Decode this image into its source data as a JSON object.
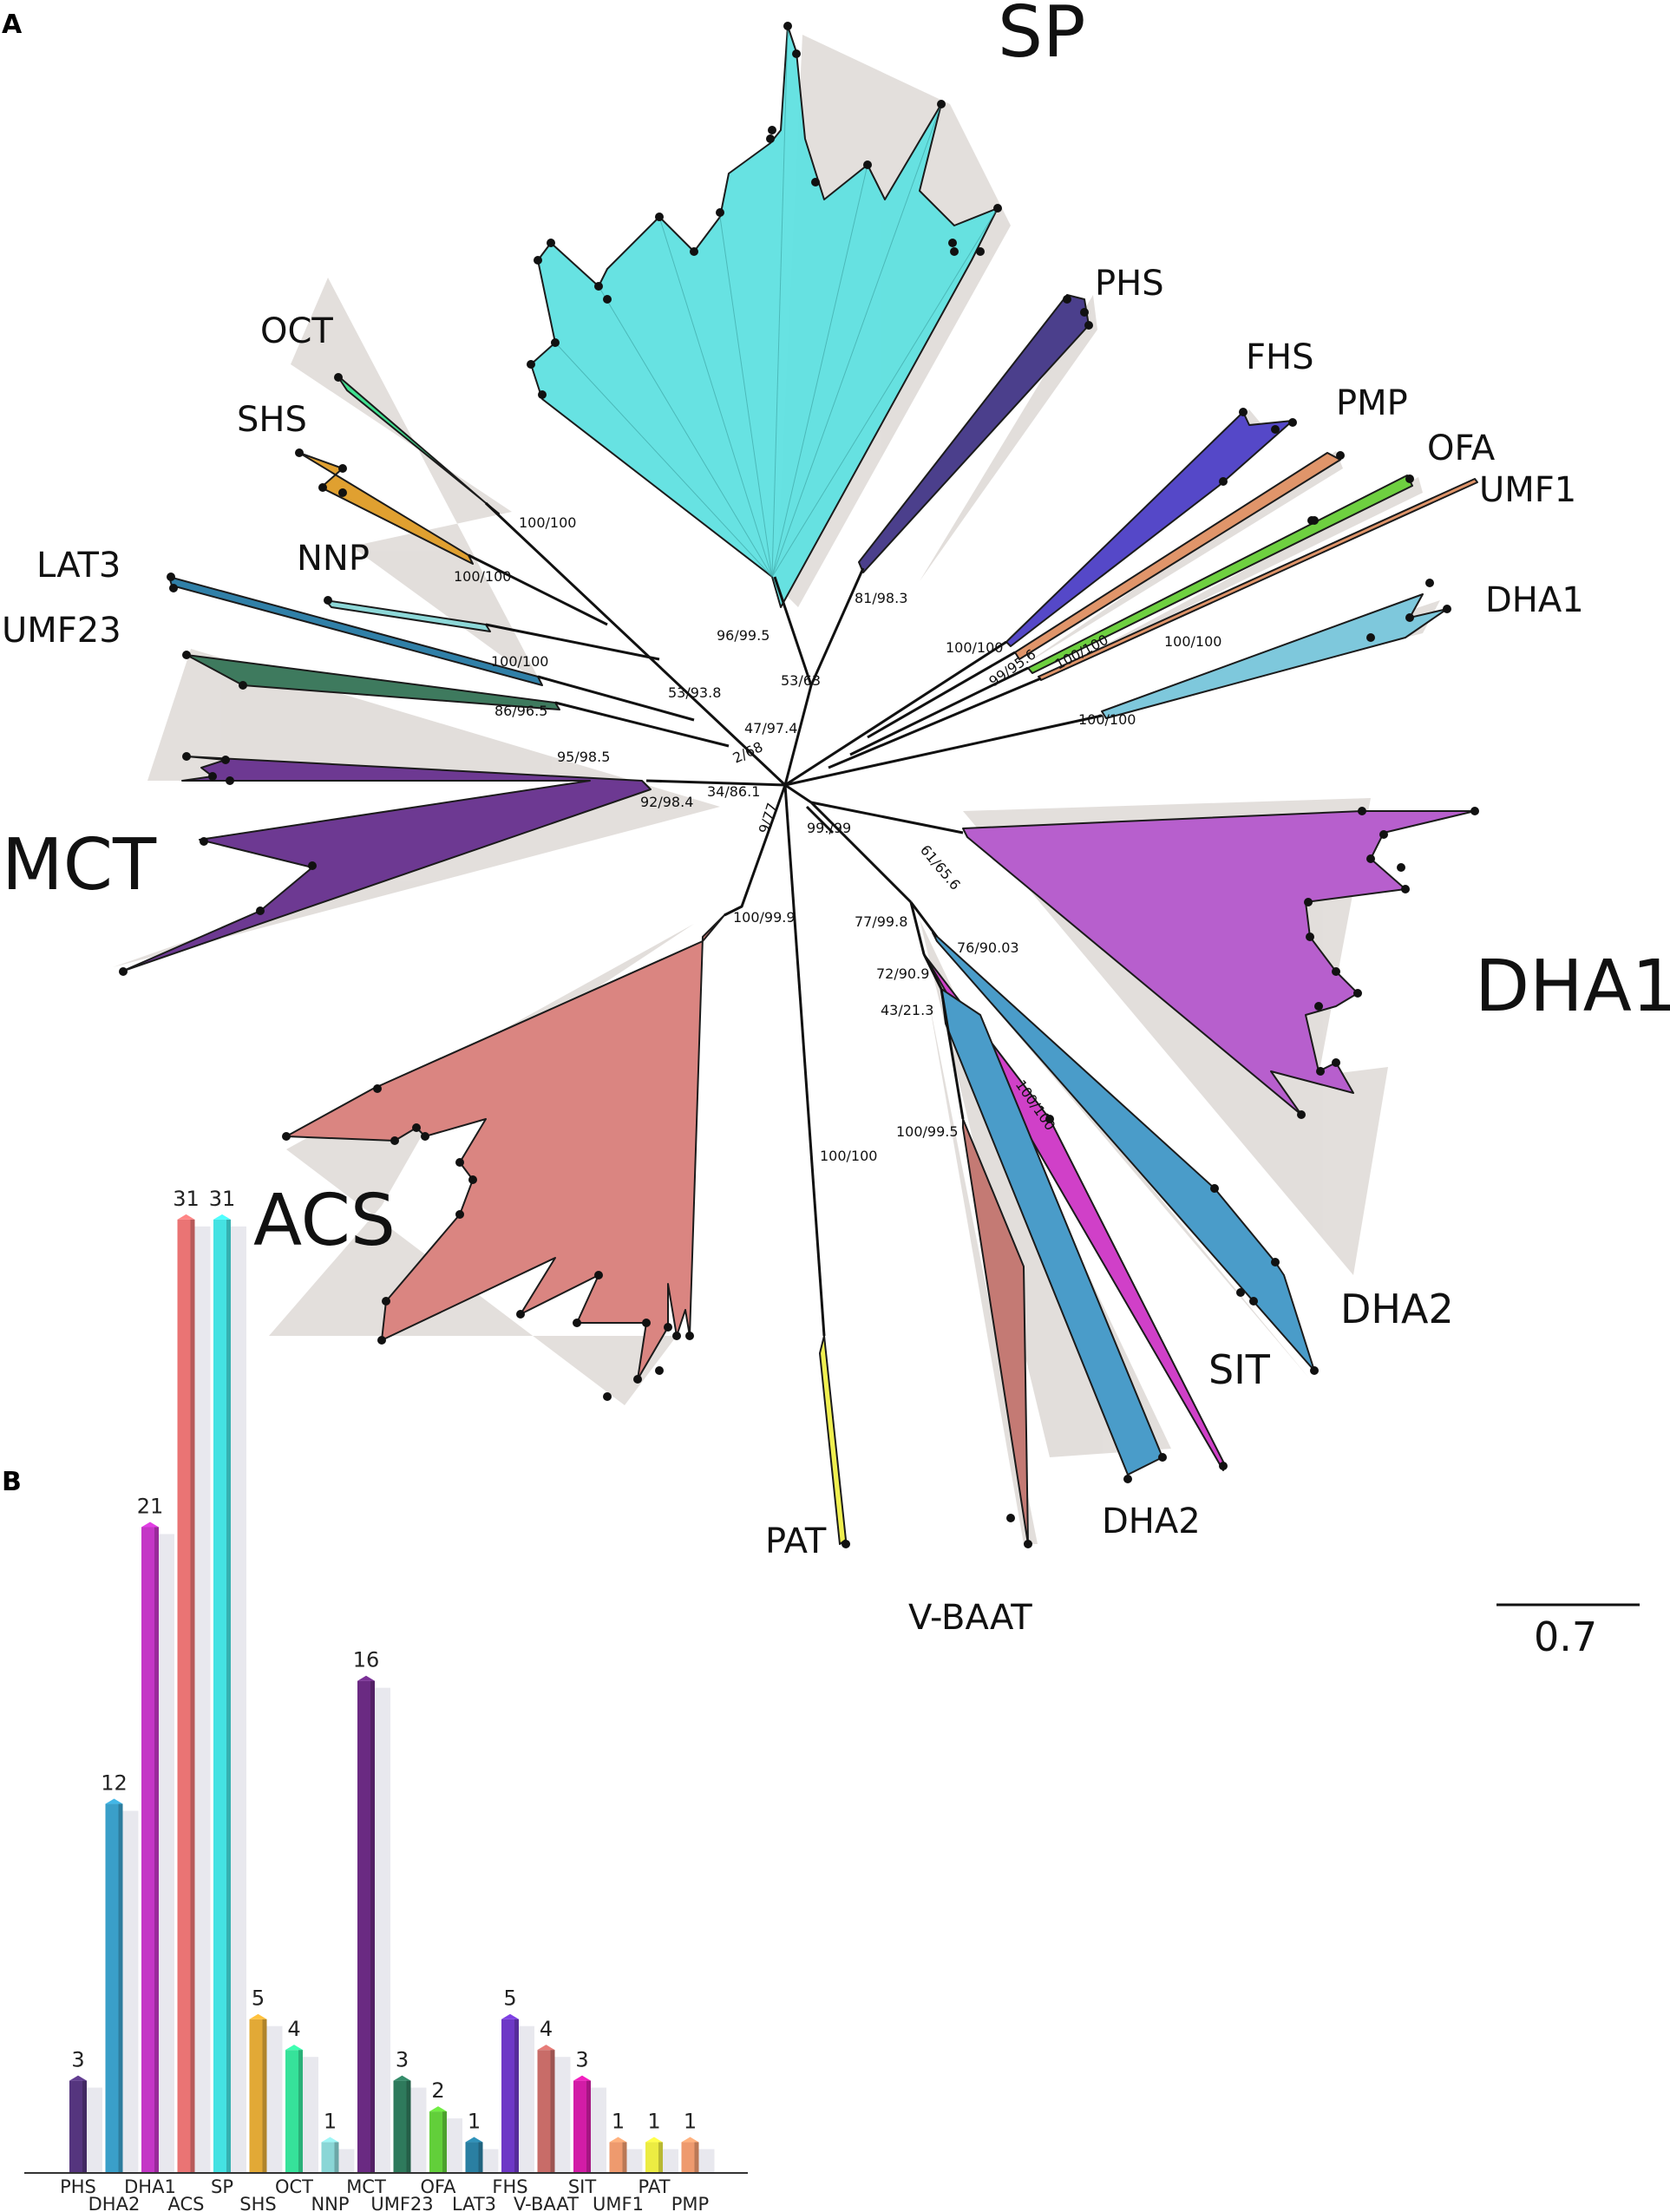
{
  "panel_a_label": "A",
  "panel_b_label": "B",
  "tree": {
    "clades": [
      {
        "label": "SP",
        "color": "#5fe0e0"
      },
      {
        "label": "PHS",
        "color": "#4b3f8c"
      },
      {
        "label": "FHS",
        "color": "#5548c8"
      },
      {
        "label": "PMP",
        "color": "#e0956a"
      },
      {
        "label": "OFA",
        "color": "#6ed040"
      },
      {
        "label": "UMF1",
        "color": "#e0956a"
      },
      {
        "label": "DHA1",
        "color": "#7ec8dc"
      },
      {
        "label": "OCT",
        "color": "#40e090"
      },
      {
        "label": "SHS",
        "color": "#e0a030"
      },
      {
        "label": "NNP",
        "color": "#8dd8d8"
      },
      {
        "label": "LAT3",
        "color": "#3080a8"
      },
      {
        "label": "UMF23",
        "color": "#3e7a5e"
      },
      {
        "label": "MCT",
        "color": "#6a3590"
      },
      {
        "label": "DHA1",
        "color": "#b65ccc"
      },
      {
        "label": "ACS",
        "color": "#d9837e"
      },
      {
        "label": "DHA2",
        "color": "#4a9cc9"
      },
      {
        "label": "SIT",
        "color": "#d040c8"
      },
      {
        "label": "DHA2",
        "color": "#4a9cc9"
      },
      {
        "label": "V-BAAT",
        "color": "#c47a74"
      },
      {
        "label": "PAT",
        "color": "#f0f050"
      }
    ],
    "support_values": [
      "100/100",
      "100/100",
      "100/100",
      "86/96.5",
      "95/98.5",
      "96/99.5",
      "53/93.8",
      "53/63",
      "47/97.4",
      "2/68",
      "34/86.1",
      "92/98.4",
      "9/77",
      "81/98.3",
      "100/100",
      "99/95.6",
      "100/100",
      "100/100",
      "100/100",
      "99./99",
      "61/65.6",
      "100/99.9",
      "77/99.8",
      "76/90.03",
      "72/90.9",
      "43/21.3",
      "100/100",
      "100/99.5",
      "100/100"
    ],
    "scale_bar": "0.7"
  },
  "chart_data": {
    "type": "bar",
    "categories": [
      "PHS",
      "DHA2",
      "DHA1",
      "ACS",
      "SP",
      "SHS",
      "OCT",
      "NNP",
      "MCT",
      "UMF23",
      "OFA",
      "LAT3",
      "FHS",
      "V-BAAT",
      "SIT",
      "UMF1",
      "PAT",
      "PMP"
    ],
    "values": [
      3,
      12,
      21,
      31,
      31,
      5,
      4,
      1,
      16,
      3,
      2,
      1,
      5,
      4,
      3,
      1,
      1,
      1
    ],
    "colors": [
      "#55357e",
      "#3a9fc9",
      "#c436c6",
      "#ea7474",
      "#44e2e2",
      "#e2a936",
      "#36e29a",
      "#8ad6d6",
      "#6a2a82",
      "#2e7a5c",
      "#62cf3a",
      "#2a7fa2",
      "#6e38c6",
      "#c86c68",
      "#d21ca6",
      "#ee9a6e",
      "#ecec42",
      "#ee9a6e"
    ],
    "ylim": [
      0,
      33
    ],
    "grid": false,
    "title": "",
    "xlabel": "",
    "ylabel": ""
  }
}
